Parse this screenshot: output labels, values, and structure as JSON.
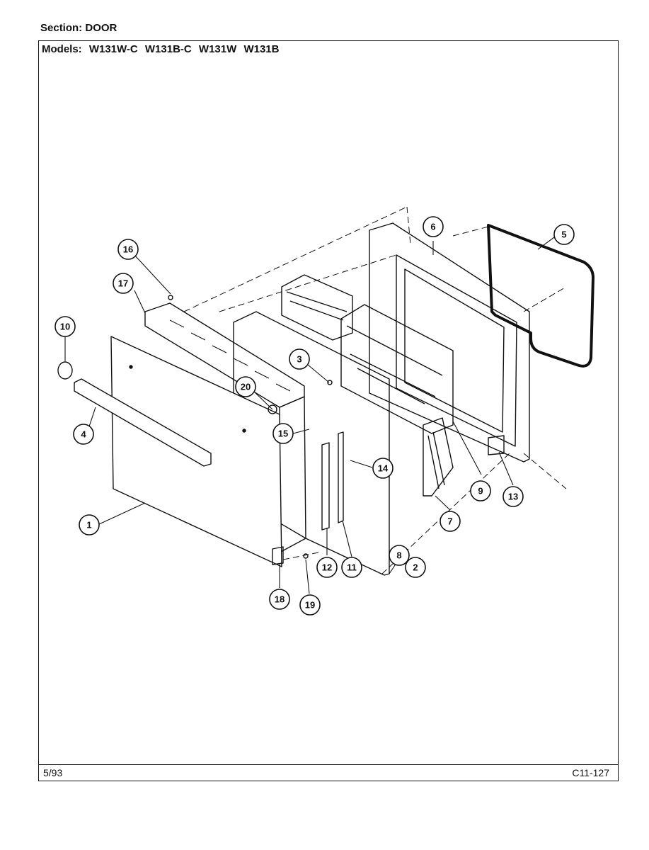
{
  "header": {
    "section_label": "Section:",
    "section_value": "DOOR",
    "models_label": "Models:",
    "models": [
      "W131W-C",
      "W131B-C",
      "W131W",
      "W131B"
    ]
  },
  "footer": {
    "date": "5/93",
    "code": "C11-127"
  },
  "callouts": [
    {
      "id": "c1",
      "label": "1"
    },
    {
      "id": "c2",
      "label": "2"
    },
    {
      "id": "c3",
      "label": "3"
    },
    {
      "id": "c4",
      "label": "4"
    },
    {
      "id": "c5",
      "label": "5"
    },
    {
      "id": "c6",
      "label": "6"
    },
    {
      "id": "c7",
      "label": "7"
    },
    {
      "id": "c8",
      "label": "8"
    },
    {
      "id": "c9",
      "label": "9"
    },
    {
      "id": "c10",
      "label": "10"
    },
    {
      "id": "c11",
      "label": "11"
    },
    {
      "id": "c12",
      "label": "12"
    },
    {
      "id": "c13",
      "label": "13"
    },
    {
      "id": "c14",
      "label": "14"
    },
    {
      "id": "c15",
      "label": "15"
    },
    {
      "id": "c16",
      "label": "16"
    },
    {
      "id": "c17",
      "label": "17"
    },
    {
      "id": "c18",
      "label": "18"
    },
    {
      "id": "c19",
      "label": "19"
    },
    {
      "id": "c20",
      "label": "20"
    }
  ]
}
